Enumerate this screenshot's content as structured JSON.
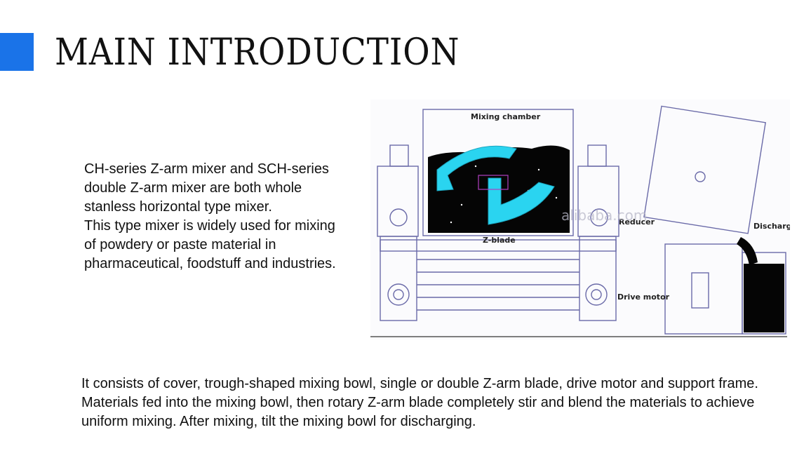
{
  "slide": {
    "title": "MAIN INTRODUCTION",
    "intro_paragraphs": [
      "CH-series Z-arm mixer and SCH-series double Z-arm mixer are both whole stanless horizontal type mixer.",
      "This type mixer is widely used for mixing of powdery or paste material in pharmaceutical, foodstuff and industries."
    ],
    "description": "It consists of cover, trough-shaped mixing bowl, single or double Z-arm blade, drive motor and support frame. Materials fed into the mixing bowl, then rotary Z-arm blade completely stir and blend the materials to achieve uniform mixing. After mixing, tilt the mixing bowl for discharging."
  },
  "diagram": {
    "labels": {
      "mixing_chamber": "Mixing chamber",
      "reducer": "Reducer",
      "discharge": "Discharge",
      "z_blade": "Z-blade",
      "drive_motor": "Drive motor"
    },
    "watermark": "alibaba.com"
  },
  "colors": {
    "accent": "#1a73e8",
    "blade": "#2ad4f0",
    "material": "#050505",
    "line": "#6a6aa8"
  }
}
